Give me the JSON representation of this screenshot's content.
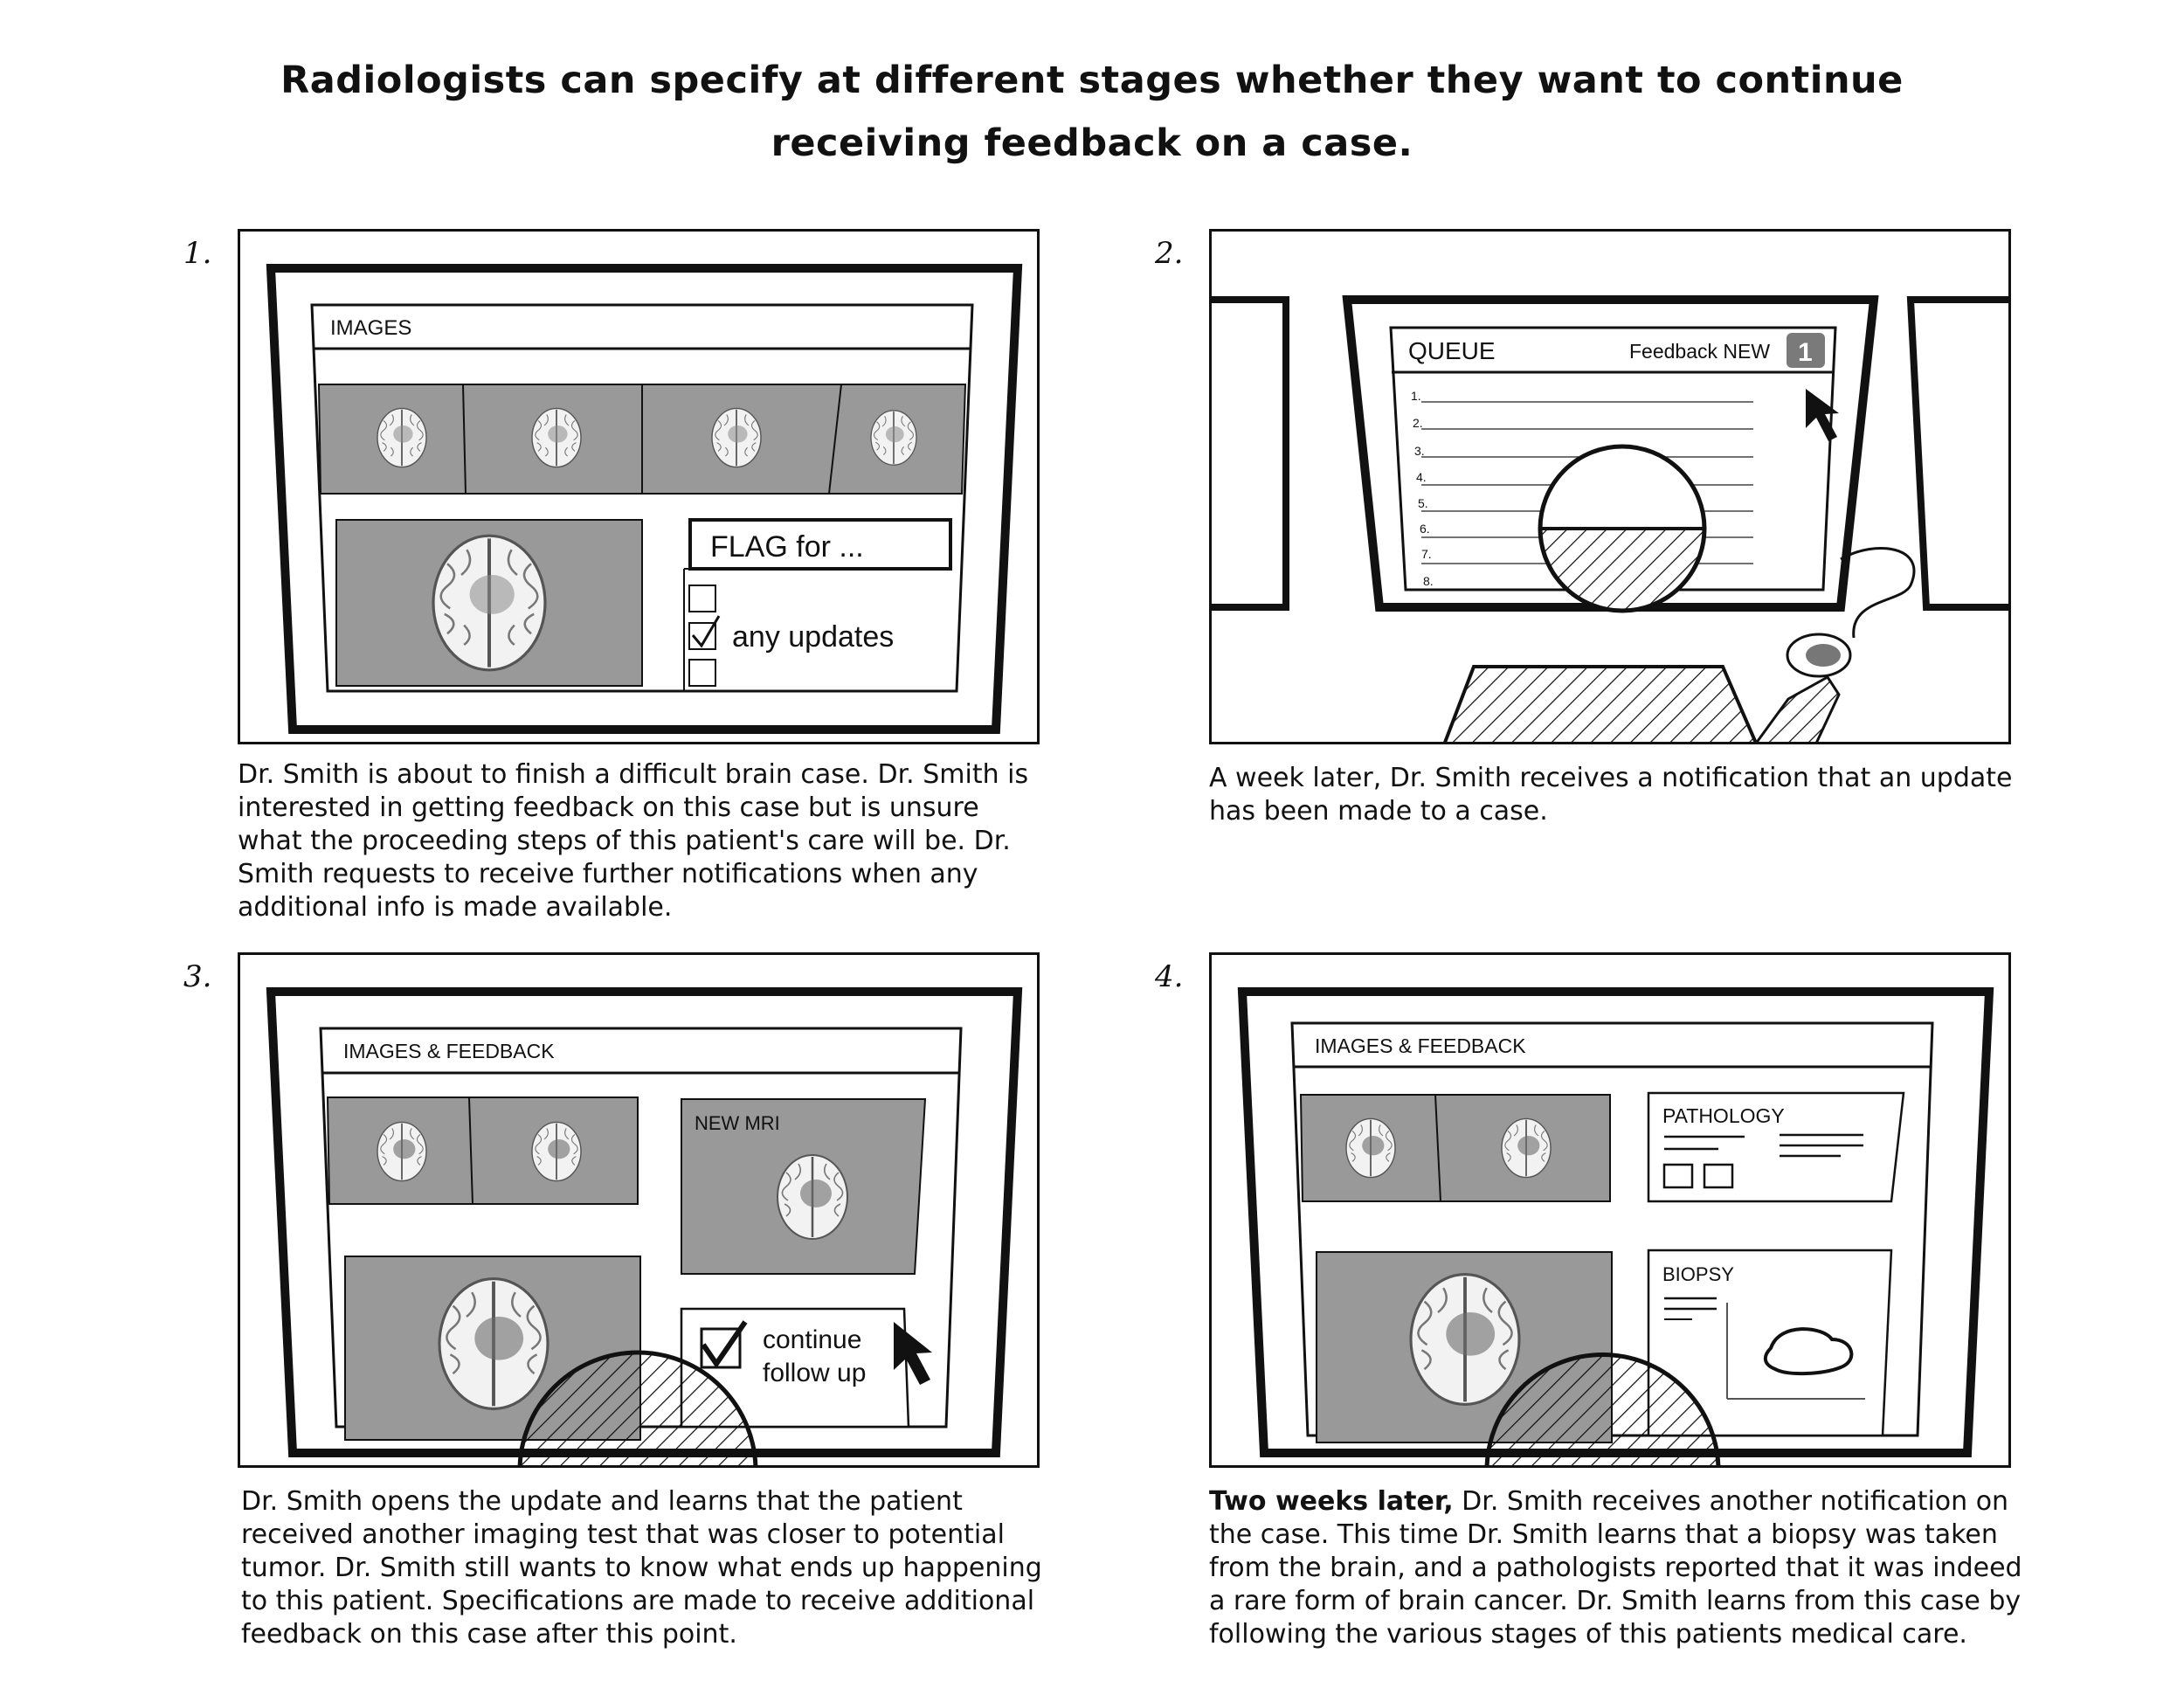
{
  "title": {
    "line1": "Radiologists can specify at different stages whether they want to continue",
    "line2": "receiving feedback on a case."
  },
  "colors": {
    "ink": "#111111",
    "screen_gray": "#999999",
    "brain_white": "#f2f2f2",
    "badge_gray": "#7a7a7a"
  },
  "panels": [
    {
      "number": "1.",
      "screen": {
        "header": "IMAGES",
        "flag_title": "FLAG  for ...",
        "checkbox_label": "any updates"
      },
      "caption": "Dr. Smith is about to finish a difficult brain case. Dr. Smith is interested in getting feedback on this case but is unsure what the proceeding steps of this patient's care will be. Dr. Smith requests to receive further notifications when any additional info is made available."
    },
    {
      "number": "2.",
      "screen": {
        "header": "QUEUE",
        "feedback_label": "Feedback NEW",
        "badge": "1",
        "queue_items": [
          "1.",
          "2.",
          "3.",
          "4.",
          "5.",
          "6.",
          "7.",
          "8."
        ]
      },
      "caption": "A week later, Dr. Smith receives a notification that an update has been made to a case."
    },
    {
      "number": "3.",
      "screen": {
        "header": "IMAGES & FEEDBACK",
        "new_mri_label": "NEW MRI",
        "follow_line1": "continue",
        "follow_line2": "follow up"
      },
      "caption": "Dr. Smith opens the update and learns that the patient received another imaging test that was closer to potential tumor. Dr. Smith still wants to know what ends up happening to this patient. Specifications are made to receive additional feedback on this case after this point."
    },
    {
      "number": "4.",
      "screen": {
        "header": "IMAGES & FEEDBACK",
        "pathology_label": "PATHOLOGY",
        "biopsy_label": "BIOPSY"
      },
      "caption_bold": "Two weeks later,",
      "caption": " Dr. Smith receives another notification on the case. This time Dr. Smith learns that a biopsy was taken from the brain, and a pathologists reported that it was indeed a rare form of brain cancer. Dr. Smith learns from this case by following the various stages of this patients medical care."
    }
  ]
}
